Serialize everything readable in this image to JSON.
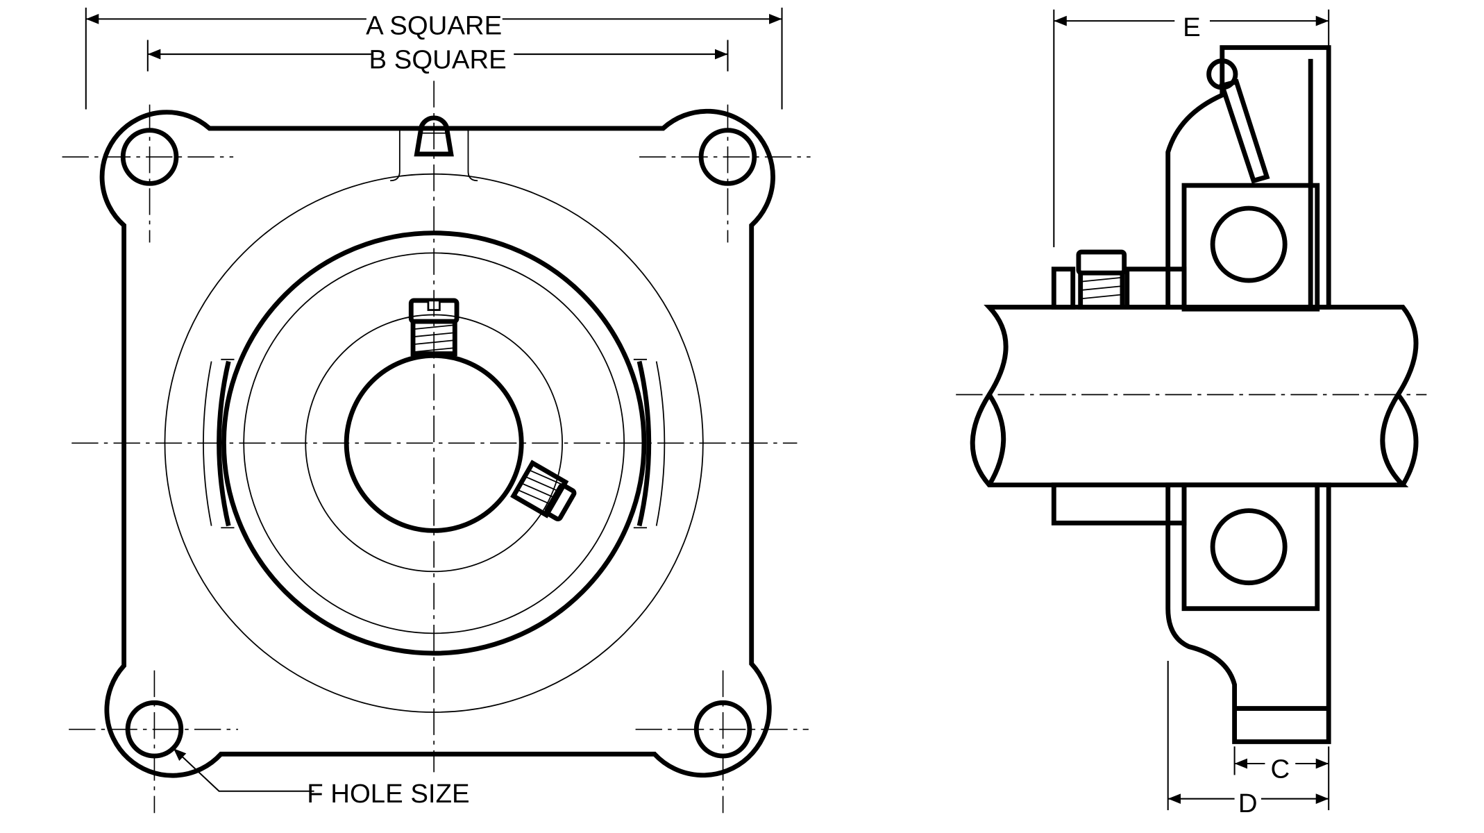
{
  "labels": {
    "a_square": "A SQUARE",
    "b_square": "B SQUARE",
    "f_hole_size": "F HOLE SIZE",
    "e": "E",
    "c": "C",
    "d": "D"
  },
  "colors": {
    "body_fill": "#e6e6e6",
    "line": "#000000",
    "background": "#ffffff"
  }
}
